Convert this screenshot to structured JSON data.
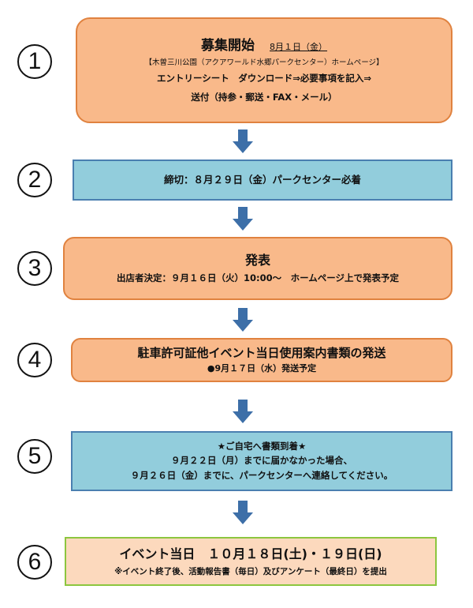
{
  "steps": [
    {
      "number": "1",
      "title": "募集開始",
      "date": "8月１日（金）",
      "lines": [
        "【木曽三川公園（アクアワールド水郷パークセンター）ホームページ】",
        "エントリーシート　ダウンロード⇒必要事項を記入⇒",
        "送付（持参・郵送・FAX・メール）"
      ]
    },
    {
      "number": "2",
      "lines": [
        "締切：８月２９日（金）パークセンター必着"
      ]
    },
    {
      "number": "3",
      "title": "発表",
      "lines": [
        "出店者決定：９月１６日（火）10:00～　ホームページ上で発表予定"
      ]
    },
    {
      "number": "4",
      "title": "駐車許可証他イベント当日使用案内書類の発送",
      "lines": [
        "●9月１７日（水）発送予定"
      ]
    },
    {
      "number": "5",
      "lines": [
        "★ご自宅へ書類到着★",
        "９月２２日（月）までに届かなかった場合、",
        "９月２６日（金）までに、パークセンターへ連絡してください。"
      ]
    },
    {
      "number": "6",
      "title": "イベント当日　１０月１８日(土)・１９日(日)",
      "lines": [
        "※イベント終了後、活動報告書（毎日）及びアンケート（最終日）を提出"
      ]
    }
  ],
  "colors": {
    "orange_fill": "#f9b98a",
    "orange_border": "#e0823f",
    "blue_fill": "#92cddc",
    "peach_fill": "#fcd9bd",
    "green_border": "#8cc63f",
    "arrow": "#3d6fa8"
  }
}
